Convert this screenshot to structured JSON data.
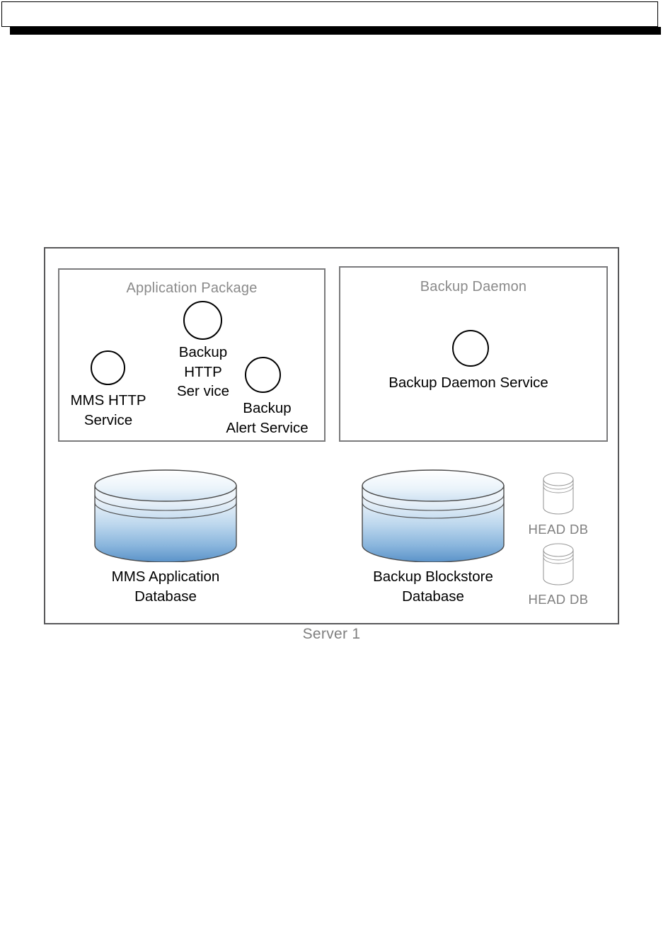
{
  "header": {
    "title": ""
  },
  "diagram": {
    "type": "architecture-block-diagram",
    "server": {
      "caption": "Server 1"
    },
    "groups": [
      {
        "id": "application-package",
        "title": "Application Package",
        "services": [
          {
            "id": "mms-http-service",
            "label": "MMS HTTP\nService",
            "shape": "circle"
          },
          {
            "id": "backup-http-service",
            "label": "Backup\nHTTP\nSer vice",
            "shape": "circle"
          },
          {
            "id": "backup-alert-service",
            "label": "Backup\nAlert Service",
            "shape": "circle"
          }
        ]
      },
      {
        "id": "backup-daemon",
        "title": "Backup Daemon",
        "services": [
          {
            "id": "backup-daemon-service",
            "label": "Backup Daemon Service",
            "shape": "circle"
          }
        ]
      }
    ],
    "databases": [
      {
        "id": "mms-application-database",
        "caption": "MMS Application\nDatabase",
        "shape": "cylinder",
        "size": "large"
      },
      {
        "id": "backup-blockstore-database",
        "caption": "Backup Blockstore\nDatabase",
        "shape": "cylinder",
        "size": "large"
      }
    ],
    "head_dbs": [
      {
        "id": "head-db-1",
        "label": "HEAD DB",
        "shape": "cylinder",
        "size": "small"
      },
      {
        "id": "head-db-2",
        "label": "HEAD DB",
        "shape": "cylinder",
        "size": "small"
      }
    ]
  },
  "colors": {
    "outer_border": "#58585a",
    "group_border": "#7a7a7c",
    "group_title_text": "#8a8a8a",
    "service_text": "#000000",
    "server_caption_text": "#7f7f7f",
    "head_db_text": "#808080",
    "cylinder_top": "#f2f7fc",
    "cylinder_bottom": "#5b93c9",
    "cylinder_stroke": "#4a4a4a",
    "small_cylinder_stroke": "#9a9a9a",
    "header_bar_border": "#000000",
    "header_shadow": "#000000",
    "page_background": "#ffffff"
  }
}
